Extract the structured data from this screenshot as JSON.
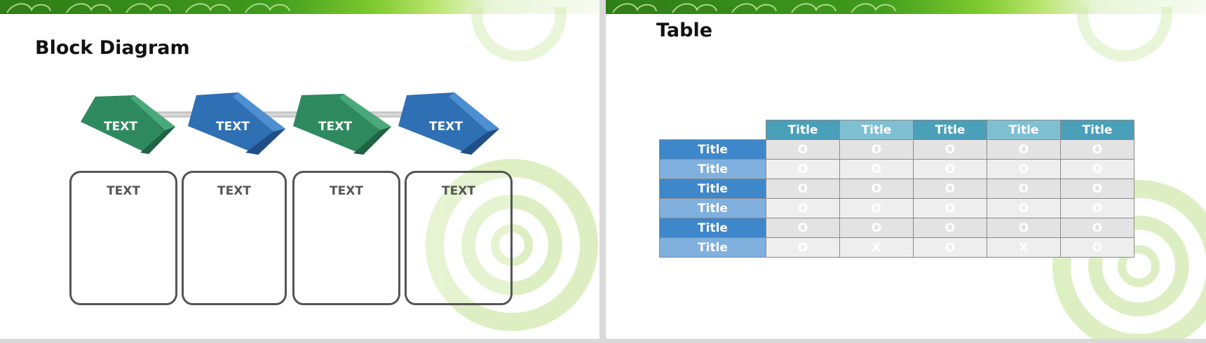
{
  "slides": [
    {
      "title": "Block Diagram",
      "cubes": [
        "TEXT",
        "TEXT",
        "TEXT",
        "TEXT"
      ],
      "boxes": [
        "TEXT",
        "TEXT",
        "TEXT",
        "TEXT"
      ]
    },
    {
      "title": "Table",
      "table": {
        "column_headers": [
          "Title",
          "Title",
          "Title",
          "Title",
          "Title"
        ],
        "rows": [
          {
            "header": "Title",
            "cells": [
              "O",
              "O",
              "O",
              "O",
              "O"
            ]
          },
          {
            "header": "Title",
            "cells": [
              "O",
              "O",
              "O",
              "O",
              "O"
            ]
          },
          {
            "header": "Title",
            "cells": [
              "O",
              "O",
              "O",
              "O",
              "O"
            ]
          },
          {
            "header": "Title",
            "cells": [
              "O",
              "O",
              "O",
              "O",
              "O"
            ]
          },
          {
            "header": "Title",
            "cells": [
              "O",
              "O",
              "O",
              "O",
              "O"
            ]
          },
          {
            "header": "Title",
            "cells": [
              "O",
              "X",
              "O",
              "X",
              "O"
            ]
          }
        ]
      }
    }
  ],
  "colors": {
    "cube_green": "#2e8a5e",
    "cube_blue": "#2f6fb3",
    "header_teal": "#4a9fb9",
    "header_teal_light": "#7fbfd2",
    "row_blue": "#3f87cb",
    "row_blue_light": "#7fb0de",
    "cell_gray": "#e3e3e3",
    "banner_green": "#3f9a1c"
  }
}
